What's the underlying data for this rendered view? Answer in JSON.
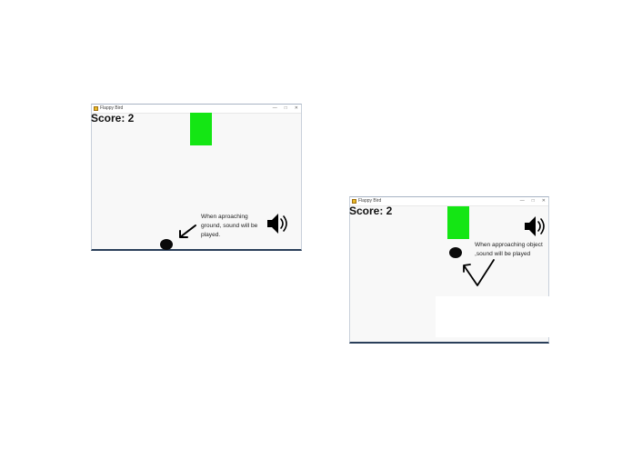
{
  "left_window": {
    "title": "Flappy Bird",
    "controls": [
      "—",
      "□",
      "✕"
    ],
    "score": "Score: 2",
    "annotation": "When aproaching ground, sound will be played.",
    "speaker_icon": "speaker-sound-icon",
    "arrow_icon": "arrow-down-left-icon"
  },
  "right_window": {
    "title": "Flappy Bird",
    "controls": [
      "—",
      "□",
      "✕"
    ],
    "score": "Score: 2",
    "annotation": "When approaching object ,sound will be played",
    "speaker_icon": "speaker-sound-icon",
    "arrow_icon": "chevron-up-arrow-icon"
  },
  "colors": {
    "pipe": "#14e614",
    "bird": "#0a0a0a",
    "window_background": "#f8f8f8",
    "window_border": "#2a3f5a"
  }
}
